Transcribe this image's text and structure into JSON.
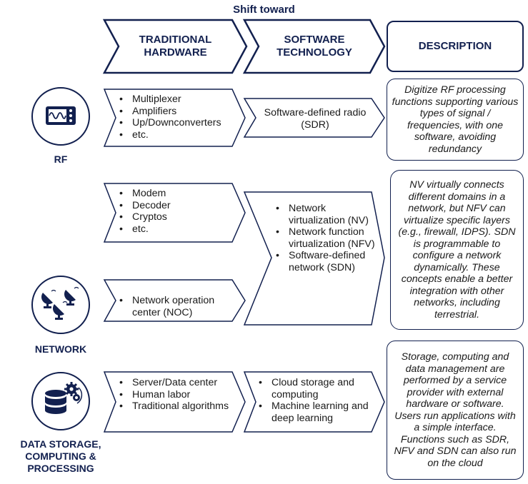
{
  "shift_title": "Shift toward",
  "headers": {
    "traditional": [
      "TRADITIONAL",
      "HARDWARE"
    ],
    "software": [
      "SOFTWARE",
      "TECHNOLOGY"
    ],
    "description": "DESCRIPTION"
  },
  "categories": {
    "rf": "RF",
    "network": "NETWORK",
    "data": [
      "DATA STORAGE,",
      "COMPUTING &",
      "PROCESSING"
    ]
  },
  "rf": {
    "traditional": [
      "Multiplexer",
      "Amplifiers",
      "Up/Downconverters",
      "etc."
    ],
    "software": [
      "Software-defined radio",
      "(SDR)"
    ],
    "description": "Digitize RF processing functions supporting various types of signal / frequencies, with one software, avoiding redundancy"
  },
  "network": {
    "traditional_a": [
      "Modem",
      "Decoder",
      "Cryptos",
      "etc."
    ],
    "traditional_b": [
      "Network operation center (NOC)"
    ],
    "software": [
      "Network virtualization (NV)",
      "Network function virtualization (NFV)",
      "Software-defined network (SDN)"
    ],
    "description": "NV virtually connects different domains in a network, but NFV can virtualize specific layers (e.g., firewall, IDPS). SDN is programmable to configure a network dynamically. These concepts enable a better integration with other networks, including terrestrial."
  },
  "data": {
    "traditional": [
      "Server/Data center",
      "Human labor",
      "Traditional algorithms"
    ],
    "software": [
      "Cloud storage and computing",
      "Machine learning and deep learning"
    ],
    "description": "Storage, computing and data management are performed by a service provider with external hardware or software. Users run applications with a simple interface. Functions such as SDR, NFV and SDN can also run on the cloud"
  },
  "colors": {
    "navy": "#12204f",
    "text": "#1a1a1a"
  },
  "icons": {
    "rf": "rf-signal-device-icon",
    "network": "satellite-dishes-icon",
    "data": "database-gears-icon"
  }
}
